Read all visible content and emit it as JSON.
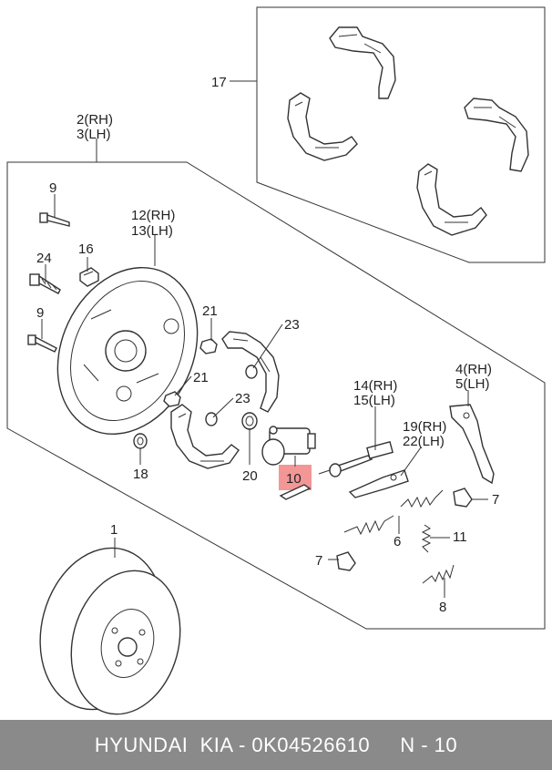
{
  "labels": {
    "p17": "17",
    "p2": "2(RH)",
    "p3": "3(LH)",
    "p9a": "9",
    "p12": "12(RH)",
    "p13": "13(LH)",
    "p24": "24",
    "p16": "16",
    "p9b": "9",
    "p21a": "21",
    "p23a": "23",
    "p21b": "21",
    "p23b": "23",
    "p14": "14(RH)",
    "p15": "15(LH)",
    "p4": "4(RH)",
    "p5": "5(LH)",
    "p19": "19(RH)",
    "p22": "22(LH)",
    "p18": "18",
    "p20": "20",
    "p10": "10",
    "p7a": "7",
    "p6": "6",
    "p11": "11",
    "p7b": "7",
    "p8": "8",
    "p1": "1"
  },
  "footer": {
    "text": "HYUNDAI  KIA - 0K04526610     N - 10"
  },
  "colors": {
    "highlight": "#f28b8b",
    "footer_bg": "#8a8a8a",
    "footer_text": "#ffffff"
  }
}
